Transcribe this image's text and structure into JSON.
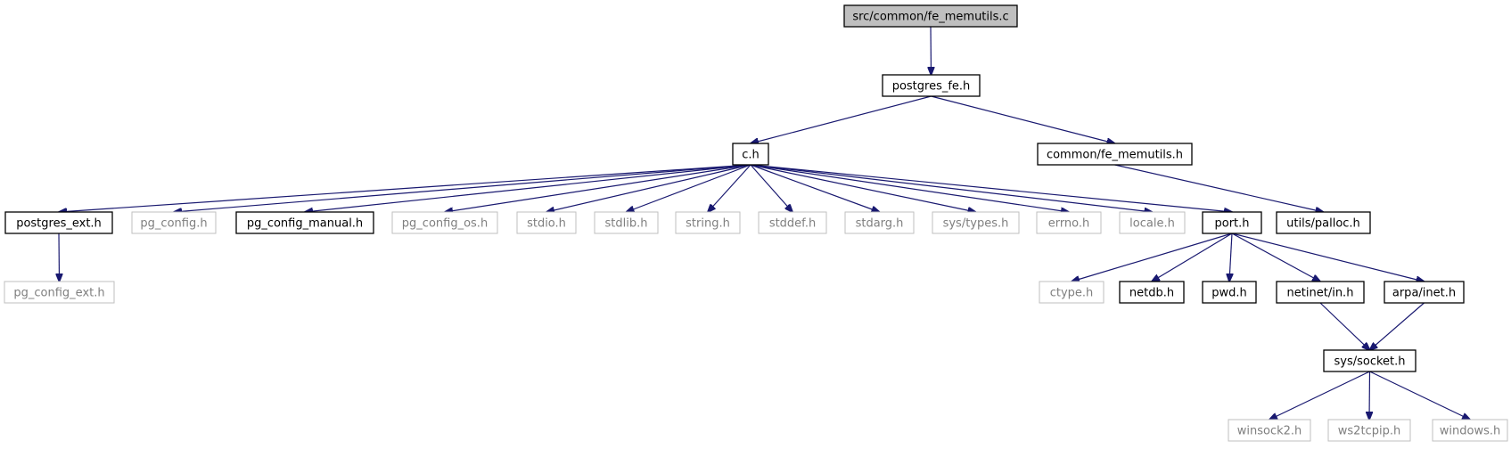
{
  "colors": {
    "edge": "#191970",
    "node_border": "#000000",
    "missing_border": "#bfbfbf",
    "root_fill": "#bfbfbf",
    "missing_text": "#7f7f7f"
  },
  "graph": {
    "nodes": [
      {
        "id": "fe_memutils_c",
        "label": "src/common/fe_memutils.c",
        "style": "root"
      },
      {
        "id": "postgres_fe_h",
        "label": "postgres_fe.h",
        "style": "normal"
      },
      {
        "id": "c_h",
        "label": "c.h",
        "style": "normal"
      },
      {
        "id": "common_fe_memutils_h",
        "label": "common/fe_memutils.h",
        "style": "normal"
      },
      {
        "id": "postgres_ext_h",
        "label": "postgres_ext.h",
        "style": "normal"
      },
      {
        "id": "pg_config_h",
        "label": "pg_config.h",
        "style": "missing"
      },
      {
        "id": "pg_config_manual_h",
        "label": "pg_config_manual.h",
        "style": "normal"
      },
      {
        "id": "pg_config_os_h",
        "label": "pg_config_os.h",
        "style": "missing"
      },
      {
        "id": "stdio_h",
        "label": "stdio.h",
        "style": "missing"
      },
      {
        "id": "stdlib_h",
        "label": "stdlib.h",
        "style": "missing"
      },
      {
        "id": "string_h",
        "label": "string.h",
        "style": "missing"
      },
      {
        "id": "stddef_h",
        "label": "stddef.h",
        "style": "missing"
      },
      {
        "id": "stdarg_h",
        "label": "stdarg.h",
        "style": "missing"
      },
      {
        "id": "sys_types_h",
        "label": "sys/types.h",
        "style": "missing"
      },
      {
        "id": "errno_h",
        "label": "errno.h",
        "style": "missing"
      },
      {
        "id": "locale_h",
        "label": "locale.h",
        "style": "missing"
      },
      {
        "id": "port_h",
        "label": "port.h",
        "style": "normal"
      },
      {
        "id": "utils_palloc_h",
        "label": "utils/palloc.h",
        "style": "normal"
      },
      {
        "id": "pg_config_ext_h",
        "label": "pg_config_ext.h",
        "style": "missing"
      },
      {
        "id": "ctype_h",
        "label": "ctype.h",
        "style": "missing"
      },
      {
        "id": "netdb_h",
        "label": "netdb.h",
        "style": "normal"
      },
      {
        "id": "pwd_h",
        "label": "pwd.h",
        "style": "normal"
      },
      {
        "id": "netinet_in_h",
        "label": "netinet/in.h",
        "style": "normal"
      },
      {
        "id": "arpa_inet_h",
        "label": "arpa/inet.h",
        "style": "normal"
      },
      {
        "id": "sys_socket_h",
        "label": "sys/socket.h",
        "style": "normal"
      },
      {
        "id": "winsock2_h",
        "label": "winsock2.h",
        "style": "missing"
      },
      {
        "id": "ws2tcpip_h",
        "label": "ws2tcpip.h",
        "style": "missing"
      },
      {
        "id": "windows_h",
        "label": "windows.h",
        "style": "missing"
      }
    ],
    "edges": [
      {
        "from": "fe_memutils_c",
        "to": "postgres_fe_h"
      },
      {
        "from": "postgres_fe_h",
        "to": "c_h"
      },
      {
        "from": "postgres_fe_h",
        "to": "common_fe_memutils_h"
      },
      {
        "from": "c_h",
        "to": "postgres_ext_h"
      },
      {
        "from": "c_h",
        "to": "pg_config_h"
      },
      {
        "from": "c_h",
        "to": "pg_config_manual_h"
      },
      {
        "from": "c_h",
        "to": "pg_config_os_h"
      },
      {
        "from": "c_h",
        "to": "stdio_h"
      },
      {
        "from": "c_h",
        "to": "stdlib_h"
      },
      {
        "from": "c_h",
        "to": "string_h"
      },
      {
        "from": "c_h",
        "to": "stddef_h"
      },
      {
        "from": "c_h",
        "to": "stdarg_h"
      },
      {
        "from": "c_h",
        "to": "sys_types_h"
      },
      {
        "from": "c_h",
        "to": "errno_h"
      },
      {
        "from": "c_h",
        "to": "locale_h"
      },
      {
        "from": "c_h",
        "to": "port_h"
      },
      {
        "from": "common_fe_memutils_h",
        "to": "utils_palloc_h"
      },
      {
        "from": "postgres_ext_h",
        "to": "pg_config_ext_h"
      },
      {
        "from": "port_h",
        "to": "ctype_h"
      },
      {
        "from": "port_h",
        "to": "netdb_h"
      },
      {
        "from": "port_h",
        "to": "pwd_h"
      },
      {
        "from": "port_h",
        "to": "netinet_in_h"
      },
      {
        "from": "port_h",
        "to": "arpa_inet_h"
      },
      {
        "from": "netinet_in_h",
        "to": "sys_socket_h"
      },
      {
        "from": "arpa_inet_h",
        "to": "sys_socket_h"
      },
      {
        "from": "sys_socket_h",
        "to": "winsock2_h"
      },
      {
        "from": "sys_socket_h",
        "to": "ws2tcpip_h"
      },
      {
        "from": "sys_socket_h",
        "to": "windows_h"
      }
    ]
  }
}
